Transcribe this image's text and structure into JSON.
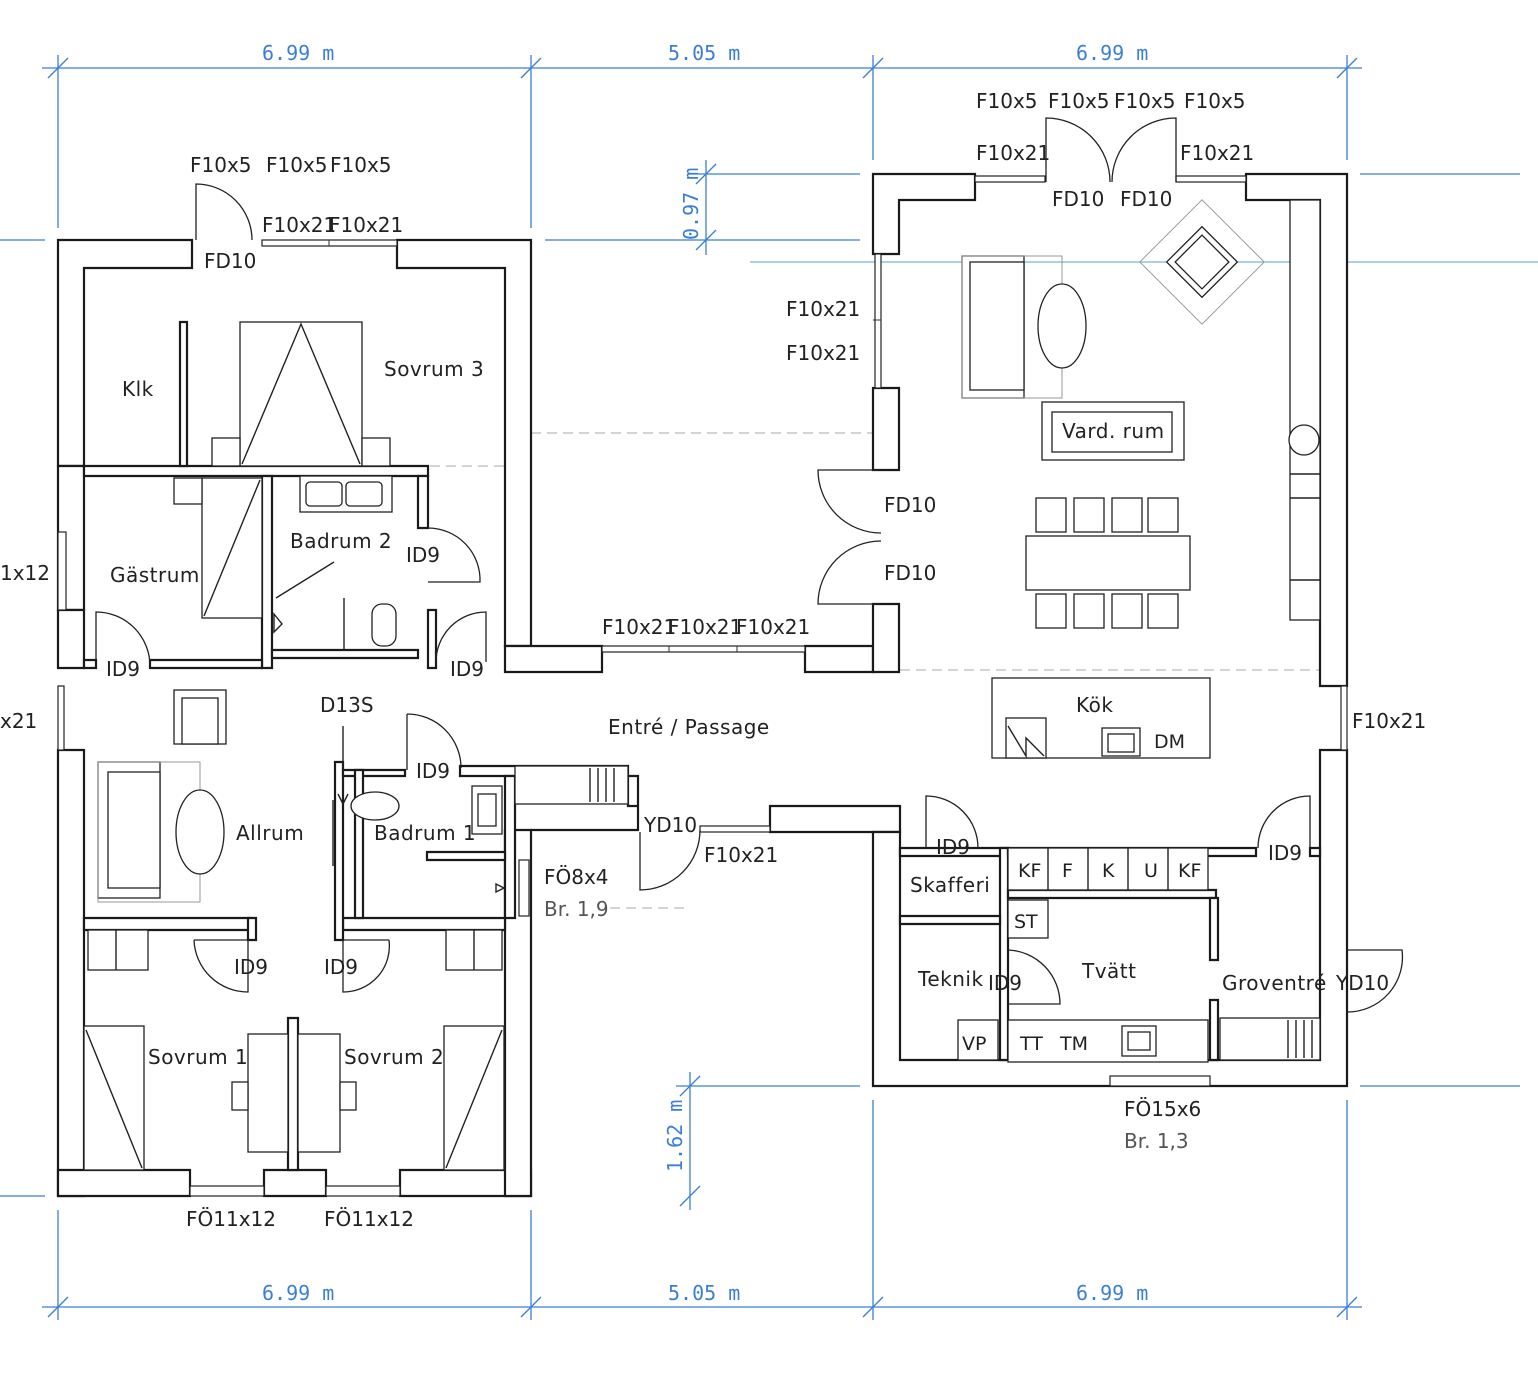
{
  "dimensions": {
    "top": [
      "6.99 m",
      "5.05 m",
      "6.99 m"
    ],
    "bottom": [
      "6.99 m",
      "5.05 m",
      "6.99 m"
    ],
    "v_top": "0.97 m",
    "v_bottom": "1.62 m"
  },
  "rooms": {
    "klk": "Klk",
    "sovrum3": "Sovrum 3",
    "gastrum": "Gästrum",
    "badrum2": "Badrum 2",
    "allrum": "Allrum",
    "badrum1": "Badrum 1",
    "sovrum1": "Sovrum 1",
    "sovrum2": "Sovrum 2",
    "entre": "Entré / Passage",
    "vardrum": "Vard. rum",
    "kok": "Kök",
    "skafferi": "Skafferi",
    "teknik": "Teknik",
    "tvatt": "Tvätt",
    "groventre": "Groventré"
  },
  "labels": {
    "left_f10x5_1": "F10x5",
    "left_f10x5_2": "F10x5",
    "left_f10x5_3": "F10x5",
    "left_f10x21_a": "F10x21",
    "left_f10x21_b": "F10x21",
    "left_fd10": "FD10",
    "right_f10x5_1": "F10x5",
    "right_f10x5_2": "F10x5",
    "right_f10x5_3": "F10x5",
    "right_f10x5_4": "F10x5",
    "right_f10x21_l": "F10x21",
    "right_f10x21_r": "F10x21",
    "right_fd10_1": "FD10",
    "right_fd10_2": "FD10",
    "w_f10x21_1": "F10x21",
    "w_f10x21_2": "F10x21",
    "fd10_a": "FD10",
    "fd10_b": "FD10",
    "mid_f10x21_1": "F10x21",
    "mid_f10x21_2": "F10x21",
    "mid_f10x21_3": "F10x21",
    "east_f10x21": "F10x21",
    "west_1x12": "1x12",
    "west_x21": "x21",
    "id9_gastrum": "ID9",
    "id9_badrum2": "ID9",
    "id9_sovrum3": "ID9",
    "d13s": "D13S",
    "id9_badrum1": "ID9",
    "id9_sov1": "ID9",
    "id9_sov2": "ID9",
    "yd10_entry": "YD10",
    "f10x21_entry": "F10x21",
    "fo8x4": "FÖ8x4",
    "br19": "Br. 1,9",
    "fo11x12_a": "FÖ11x12",
    "fo11x12_b": "FÖ11x12",
    "id9_skafferi": "ID9",
    "id9_grov": "ID9",
    "id9_teknik": "ID9",
    "yd10_grov": "YD10",
    "fo15x6": "FÖ15x6",
    "br13": "Br. 1,3",
    "kf1": "KF",
    "f": "F",
    "k": "K",
    "u": "U",
    "kf2": "KF",
    "st": "ST",
    "vp": "VP",
    "tt": "TT",
    "tm": "TM",
    "dm": "DM"
  }
}
